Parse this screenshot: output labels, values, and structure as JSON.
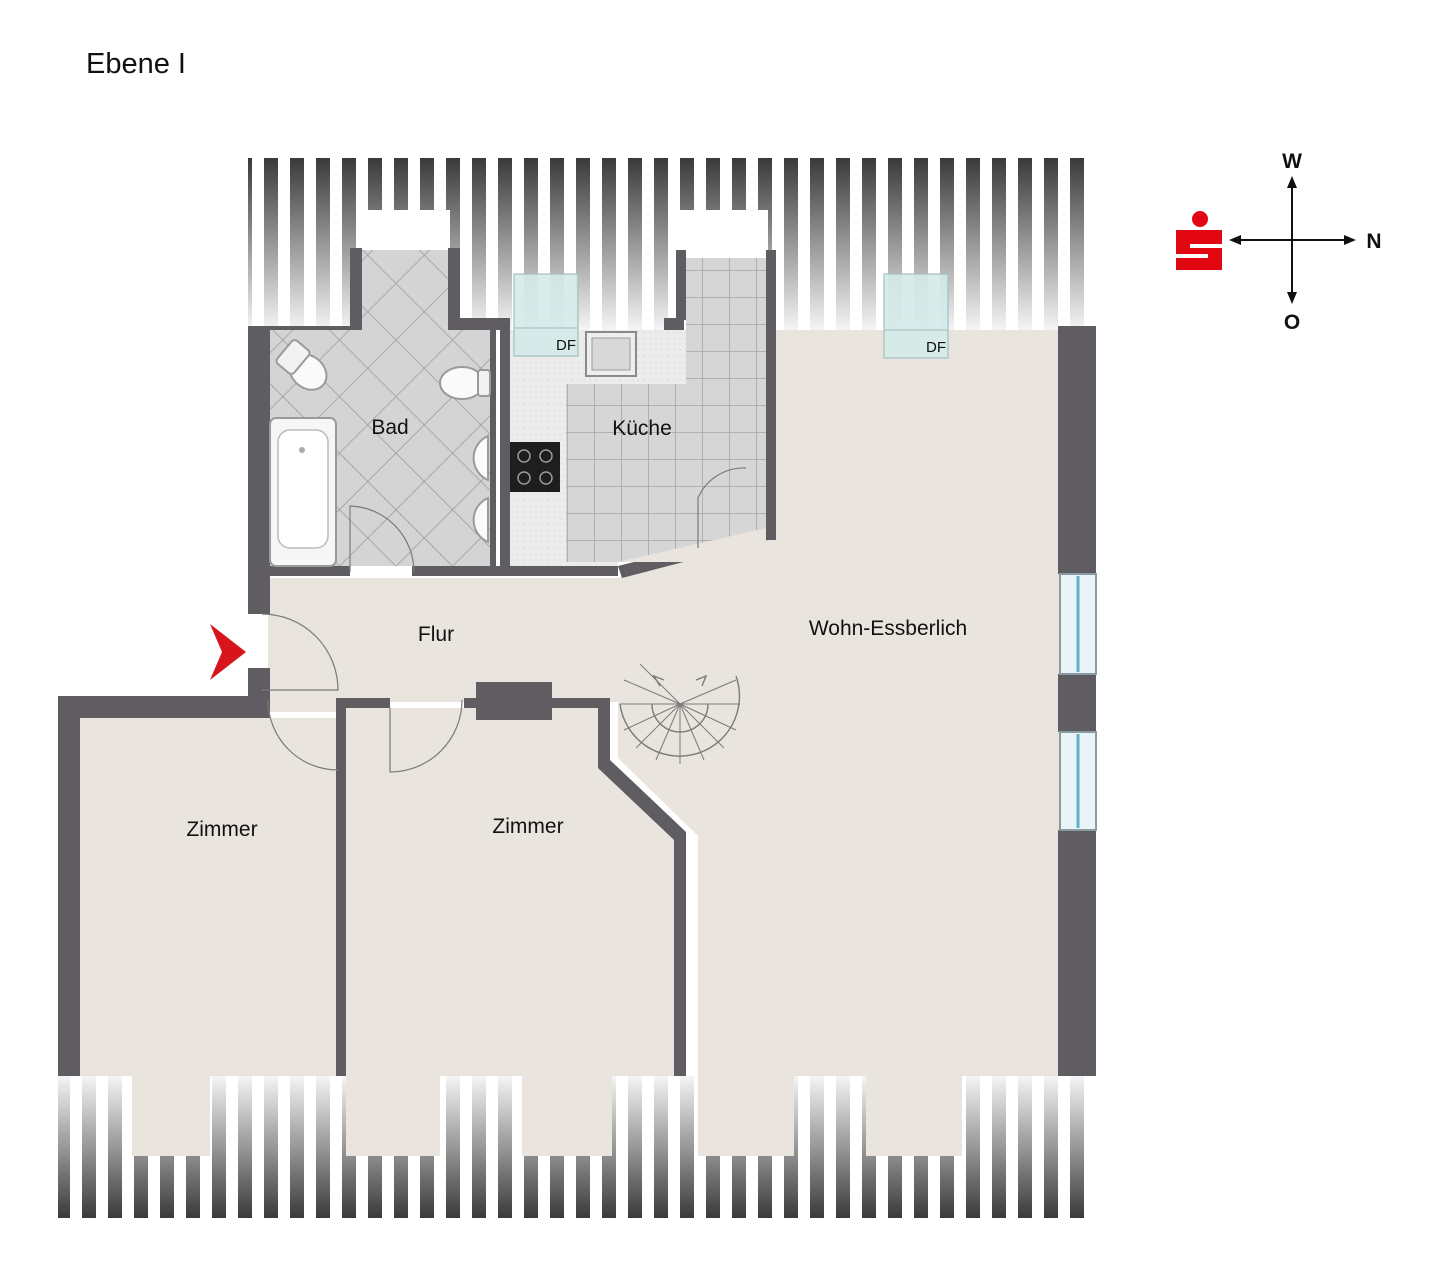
{
  "title": "Ebene I",
  "rooms": {
    "bad": "Bad",
    "kueche": "Küche",
    "flur": "Flur",
    "wohn": "Wohn-Essberlich",
    "zimmer_left": "Zimmer",
    "zimmer_mid": "Zimmer"
  },
  "skylights": [
    "DF",
    "DF"
  ],
  "compass": {
    "up": "W",
    "right": "N",
    "down": "O"
  },
  "colors": {
    "wall": "#5f5d62",
    "floor": "#e9e4dd",
    "tile": "#cfcfcf",
    "entrance_arrow": "#d8141c",
    "logo": "#e30613"
  },
  "icons": [
    "entrance-arrow-icon",
    "sparkasse-logo-icon",
    "compass-icon",
    "spiral-stair-icon"
  ]
}
